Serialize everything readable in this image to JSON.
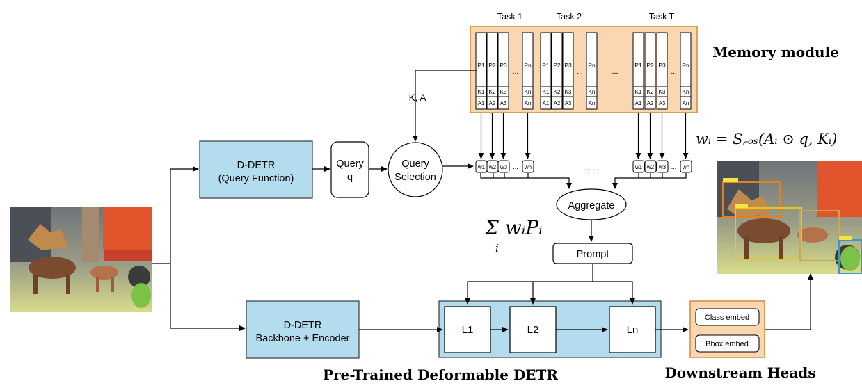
{
  "title_memory": "Memory module",
  "title_detr": "Pre-Trained Deformable DETR",
  "title_heads": "Downstream Heads",
  "ddetr_query": {
    "line1": "D-DETR",
    "line2": "(Query Function)"
  },
  "ddetr_backbone": {
    "line1": "D-DETR",
    "line2": "Backbone + Encoder"
  },
  "query": {
    "line1": "Query",
    "line2": "q"
  },
  "query_selection": {
    "line1": "Query",
    "line2": "Selection"
  },
  "ka_label": "K, A",
  "aggregate": "Aggregate",
  "prompt": "Prompt",
  "layers": {
    "l1": "L1",
    "l2": "L2",
    "ln": "Ln"
  },
  "heads": {
    "class": "Class embed",
    "bbox": "Bbox embed"
  },
  "tasks": [
    {
      "label": "Task 1",
      "cols": [
        {
          "p": "P1",
          "k": "K1",
          "a": "A1",
          "w": "w1"
        },
        {
          "p": "P2",
          "k": "K2",
          "a": "A2",
          "w": "w2"
        },
        {
          "p": "P3",
          "k": "K3",
          "a": "A3",
          "w": "w3"
        },
        {
          "p": "Pn",
          "k": "Kn",
          "a": "An",
          "w": "wn"
        }
      ]
    },
    {
      "label": "Task 2",
      "cols": [
        {
          "p": "P1",
          "k": "K1",
          "a": "A1"
        },
        {
          "p": "P2",
          "k": "K2",
          "a": "A2"
        },
        {
          "p": "P3",
          "k": "K3",
          "a": "A3"
        },
        {
          "p": "Pn",
          "k": "Kn",
          "a": "An"
        }
      ]
    },
    {
      "label": "Task T",
      "cols": [
        {
          "p": "P1",
          "k": "K1",
          "a": "A1",
          "w": "w1"
        },
        {
          "p": "P2",
          "k": "K2",
          "a": "A2",
          "w": "w2"
        },
        {
          "p": "P3",
          "k": "K3",
          "a": "A3",
          "w": "w3"
        },
        {
          "p": "Pn",
          "k": "Kn",
          "a": "An",
          "w": "wn"
        }
      ]
    }
  ],
  "ellipsis": "...",
  "ellipsis_long": "......",
  "formula_weight": "wᵢ = S꜀ₒₛ(Aᵢ ⊙ q, Kᵢ)",
  "formula_sum": "Σ wᵢPᵢ",
  "formula_sum_index": "i",
  "colors": {
    "blue_box": "#b3dcee",
    "orange_box": "#fad7b1",
    "border": "#3a3a3a"
  }
}
